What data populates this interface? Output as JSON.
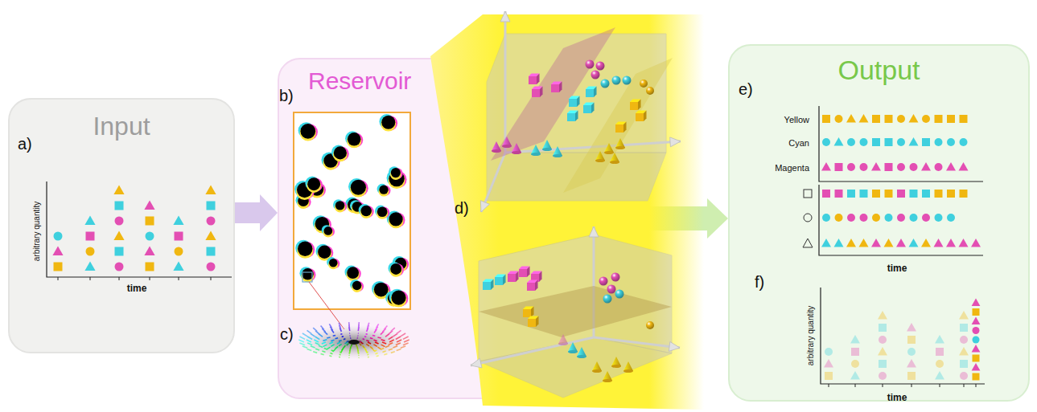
{
  "diagram": {
    "nodes": [
      {
        "text": [
          "Input"
        ]
      },
      {
        "text": [
          "Reservoir"
        ]
      },
      {
        "text": [
          "Output"
        ]
      }
    ],
    "edges": [
      {
        "from": 0,
        "to": 1,
        "arrow": "to"
      },
      {
        "from": 1,
        "to": 2,
        "arrow": "to"
      }
    ],
    "labels": [
      "a)",
      "arbitrary quantity",
      "time",
      "b)",
      "c)",
      "d)",
      "e)",
      "Yellow",
      "Cyan",
      "Magenta",
      "time",
      "f)",
      "arbitrary quantity",
      "time"
    ]
  }
}
